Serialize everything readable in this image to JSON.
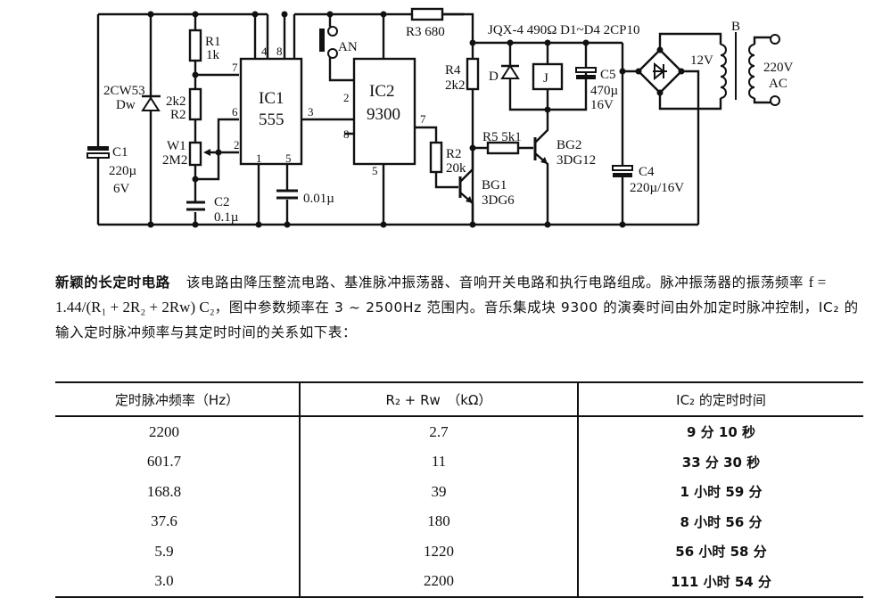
{
  "schematic": {
    "components": {
      "r1": {
        "name": "R1",
        "value": "1k"
      },
      "r2_left": {
        "name": "R2",
        "value": "2k2"
      },
      "w1": {
        "name": "W1",
        "value": "2M2"
      },
      "c1": {
        "name": "C1",
        "value": "220µ",
        "voltage": "6V"
      },
      "c2": {
        "name": "C2",
        "value": "0.1µ"
      },
      "c3": {
        "value": "0.01µ"
      },
      "dw": {
        "part": "2CW53",
        "name": "Dw"
      },
      "ic1": {
        "name": "IC1",
        "part": "555",
        "pins": [
          "4",
          "8",
          "7",
          "6",
          "2",
          "1",
          "5",
          "3"
        ]
      },
      "ic2": {
        "name": "IC2",
        "part": "9300",
        "pins": [
          "2",
          "8",
          "7",
          "5"
        ]
      },
      "an": {
        "name": "AN"
      },
      "r3": {
        "label": "R3  680"
      },
      "r4": {
        "name": "R4",
        "value": "2k2"
      },
      "r2_right": {
        "name": "R2",
        "value": "20k"
      },
      "r5": {
        "label": "R5  5k1"
      },
      "bg1": {
        "name": "BG1",
        "part": "3DG6"
      },
      "bg2": {
        "name": "BG2",
        "part": "3DG12"
      },
      "relay_header": "JQX-4  490Ω  D1~D4 2CP10",
      "d": {
        "name": "D"
      },
      "j": {
        "name": "J"
      },
      "c5": {
        "name": "C5",
        "value": "470µ",
        "voltage": "16V"
      },
      "c4": {
        "label": "220µ/16V",
        "name": "C4"
      },
      "transformer": {
        "name": "B",
        "secondary": "12V",
        "primary": "220V",
        "primary_type": "AC"
      }
    }
  },
  "paragraph": {
    "title": "新颖的长定时电路",
    "text1": "该电路由降压整流电路、基准脉冲振荡器、音响开关电路和执行电路组成。脉冲振荡器的振荡频率",
    "formula": "f = 1.44/(R₁ + 2R₂ + 2Rw) C₂",
    "text2": "，图中参数频率在 3 ~ 2500Hz 范围内。音乐集成块 9300 的演奏时间由外加定时脉冲控制，IC₂ 的输入定时脉冲频率与其定时时间的关系如下表："
  },
  "table": {
    "headers": [
      "定时脉冲频率（Hz）",
      "R₂ + Rw　（kΩ）",
      "IC₂ 的定时时间"
    ],
    "rows": [
      [
        "2200",
        "2.7",
        "9 分 10 秒"
      ],
      [
        "601.7",
        "11",
        "33 分 30 秒"
      ],
      [
        "168.8",
        "39",
        "1 小时 59 分"
      ],
      [
        "37.6",
        "180",
        "8 小时 56 分"
      ],
      [
        "5.9",
        "1220",
        "56 小时 58 分"
      ],
      [
        "3.0",
        "2200",
        "111 小时 54 分"
      ]
    ]
  }
}
